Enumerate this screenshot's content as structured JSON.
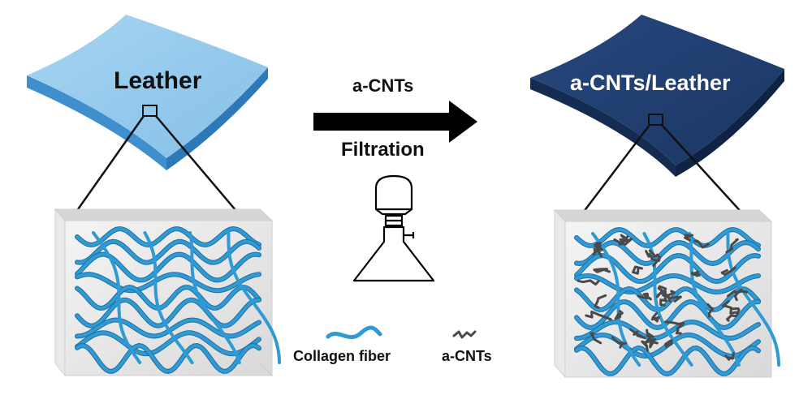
{
  "labels": {
    "left_sheet": "Leather",
    "right_sheet": "a-CNTs/Leather",
    "process_top": "a-CNTs",
    "process_bottom": "Filtration",
    "legend_collagen": "Collagen fiber",
    "legend_cnt": "a-CNTs"
  },
  "colors": {
    "leather_top": "#93c9ec",
    "leather_edge": "#3f8fcf",
    "composite_top": "#1e3f72",
    "composite_edge": "#142c52",
    "collagen_fiber": "#2f9ad3",
    "cnt": "#4a4a4a",
    "arrow": "#000000",
    "cube_face": "#e7e7e7"
  },
  "icons": [
    "filtration-flask-icon",
    "process-arrow-icon"
  ]
}
